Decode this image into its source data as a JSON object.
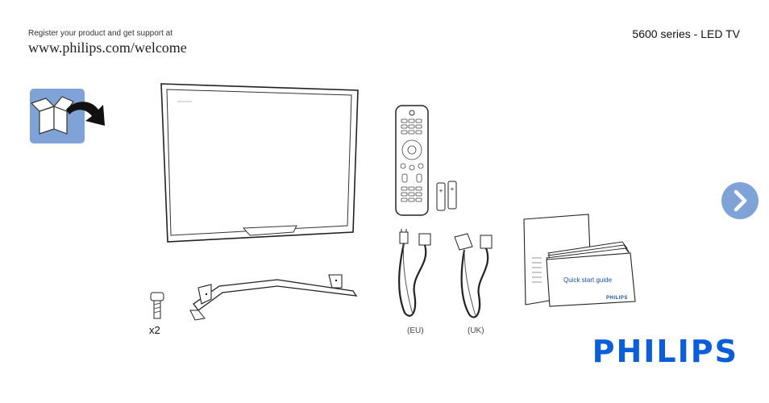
{
  "header": {
    "register_text": "Register your product and get support at",
    "website_url": "www.philips.com/welcome",
    "series_title": "5600 series - LED TV"
  },
  "contents": {
    "screw_count": "x2",
    "cable_eu_label": "(EU)",
    "cable_uk_label": "(UK)",
    "manual_title": "Quick start guide",
    "manual_brand": "PHILIPS"
  },
  "footer": {
    "brand_logo": "PHILIPS"
  },
  "icons": {
    "unbox": "open-box-icon",
    "next": "chevron-right-icon"
  },
  "colors": {
    "accent_blue": "#7fa3d6",
    "brand_blue": "#0b5ed7"
  }
}
